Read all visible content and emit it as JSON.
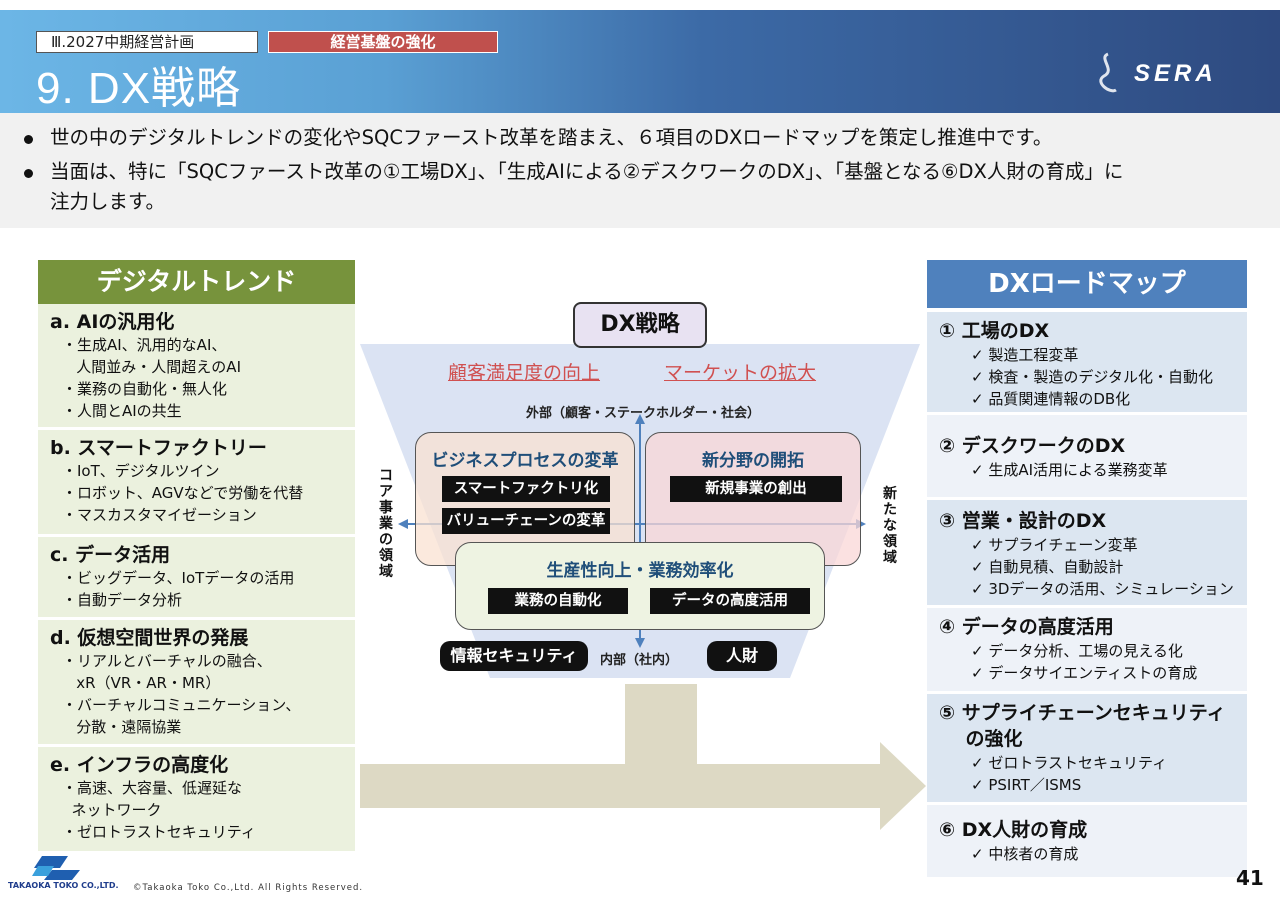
{
  "header": {
    "section_tag": "Ⅲ.2027中期経営計画",
    "category_tag": "経営基盤の強化",
    "title": "9. DX戦略",
    "logo_text": "SERA"
  },
  "intro": {
    "bullet1": "世の中のデジタルトレンドの変化やSQCファースト改革を踏まえ、６項目のDXロードマップを策定し推進中です。",
    "bullet2": "当面は、特に「SQCファースト改革の①工場DX」、「生成AIによる②デスクワークのDX」、「基盤となる⑥DX人財の育成」に",
    "bullet2_cont": "注力します。"
  },
  "trends": {
    "heading": "デジタルトレンド",
    "items": [
      {
        "title": "a. AIの汎用化",
        "lines": [
          "・生成AI、汎用的なAI、",
          "   人間並み・人間超えのAI",
          "・業務の自動化・無人化",
          "・人間とAIの共生"
        ]
      },
      {
        "title": "b. スマートファクトリー",
        "lines": [
          "・IoT、デジタルツイン",
          "・ロボット、AGVなどで労働を代替",
          "・マスカスタマイゼーション"
        ]
      },
      {
        "title": "c. データ活用",
        "lines": [
          "・ビッグデータ、IoTデータの活用",
          "・自動データ分析"
        ]
      },
      {
        "title": "d. 仮想空間世界の発展",
        "lines": [
          "・リアルとバーチャルの融合、",
          "   xR（VR・AR・MR）",
          "・バーチャルコミュニケーション、",
          "   分散・遠隔協業"
        ]
      },
      {
        "title": "e. インフラの高度化",
        "lines": [
          "・高速、大容量、低遅延な",
          "  ネットワーク",
          "・ゼロトラストセキュリティ"
        ]
      }
    ]
  },
  "roadmap": {
    "heading": "DXロードマップ",
    "items": [
      {
        "title": "① 工場のDX",
        "lines": [
          "✓ 製造工程変革",
          "✓ 検査・製造のデジタル化・自動化",
          "✓ 品質関連情報のDB化"
        ]
      },
      {
        "title": "② デスクワークのDX",
        "lines": [
          "✓ 生成AI活用による業務変革"
        ]
      },
      {
        "title": "③ 営業・設計のDX",
        "lines": [
          "✓ サプライチェーン変革",
          "✓ 自動見積、自動設計",
          "✓ 3Dデータの活用、シミュレーション"
        ]
      },
      {
        "title": "④ データの高度活用",
        "lines": [
          "✓ データ分析、工場の見える化",
          "✓ データサイエンティストの育成"
        ]
      },
      {
        "title": "⑤ サプライチェーンセキュリティ\n    の強化",
        "lines": [
          "✓ ゼロトラストセキュリティ",
          "✓ PSIRT／ISMS"
        ]
      },
      {
        "title": "⑥ DX人財の育成",
        "lines": [
          "✓ 中核者の育成"
        ]
      }
    ]
  },
  "diagram": {
    "title": "DX戦略",
    "goal_left": "顧客満足度の向上",
    "goal_right": "マーケットの拡大",
    "axis_top": "外部（顧客・ステークホルダー・社会）",
    "axis_bottom": "内部（社内）",
    "axis_left": "コア事業の領域",
    "axis_right": "新たな領域",
    "box_process": {
      "title": "ビジネスプロセスの変革",
      "items": [
        "スマートファクトリ化",
        "バリューチェーンの変革"
      ]
    },
    "box_new": {
      "title": "新分野の開拓",
      "items": [
        "新規事業の創出"
      ]
    },
    "box_prod": {
      "title": "生産性向上・業務効率化",
      "items": [
        "業務の自動化",
        "データの高度活用"
      ]
    },
    "pill_security": "情報セキュリティ",
    "pill_people": "人財"
  },
  "footer": {
    "company": "TAKAOKA TOKO CO.,LTD.",
    "copyright": "©Takaoka Toko Co.,Ltd. All Rights Reserved.",
    "page": "41"
  },
  "colors": {
    "trend_header": "#77933c",
    "trend_bg": "#ebf1de",
    "roadmap_header": "#4f81bd",
    "roadmap_bg": "#dce6f1",
    "accent_red": "#c0504d"
  }
}
